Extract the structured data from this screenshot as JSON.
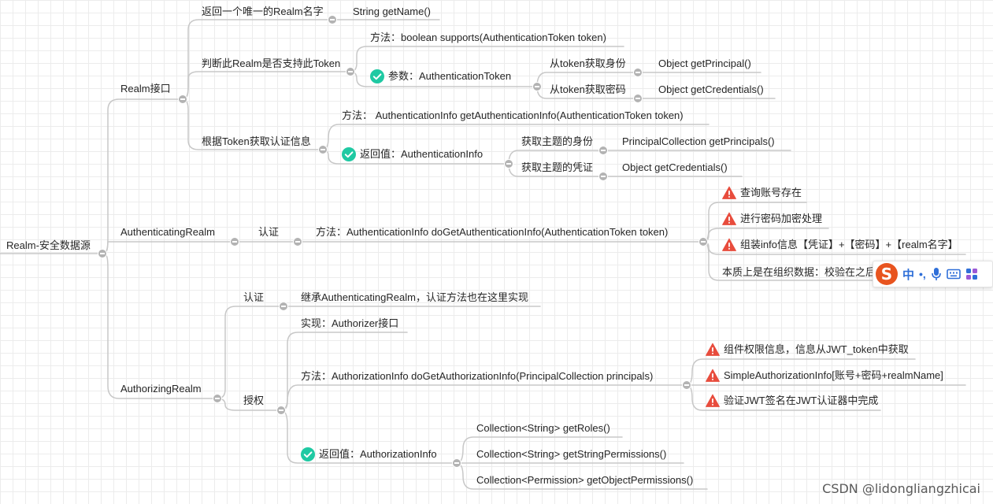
{
  "mindmap": {
    "root": "Realm-安全数据源",
    "nodes": {
      "realm_interface": "Realm接口",
      "get_name": "返回一个唯一的Realm名字",
      "get_name_method": "String getName()",
      "supports": "判断此Realm是否支持此Token",
      "supports_method": "方法：boolean supports(AuthenticationToken token)",
      "supports_param": "参数：AuthenticationToken",
      "token_identity": "从token获取身份",
      "get_principal": "Object getPrincipal()",
      "token_password": "从token获取密码",
      "get_credentials_token": "Object getCredentials()",
      "get_auth_info": "根据Token获取认证信息",
      "get_auth_info_method": "方法： AuthenticationInfo getAuthenticationInfo(AuthenticationToken token)",
      "get_auth_info_return": "返回值：AuthenticationInfo",
      "subject_identity": "获取主题的身份",
      "get_principals": "PrincipalCollection getPrincipals()",
      "subject_credential": "获取主题的凭证",
      "get_credentials_subject": "Object getCredentials()",
      "authenticating_realm": "AuthenticatingRealm",
      "authn_1": "认证",
      "do_get_auth_method": "方法：AuthenticationInfo doGetAuthenticationInfo(AuthenticationToken token)",
      "query_account": "查询账号存在",
      "encrypt_password": "进行密码加密处理",
      "assemble_info": "组装info信息【凭证】+【密码】+【realm名字】",
      "essence": "本质上是在组织数据：校验在之后",
      "authorizing_realm": "AuthorizingRealm",
      "authn_2": "认证",
      "inherit_note": "继承AuthenticatingRealm，认证方法也在这里实现",
      "authz": "授权",
      "implements_authorizer": "实现：Authorizer接口",
      "do_get_authz_method": "方法：AuthorizationInfo doGetAuthorizationInfo(PrincipalCollection principals)",
      "perm_info_jwt": "组件权限信息，信息从JWT_token中获取",
      "simple_authz_info": "SimpleAuthorizationInfo[账号+密码+realmName]",
      "verify_jwt": "验证JWT签名在JWT认证器中完成",
      "authz_return": "返回值：AuthorizationInfo",
      "get_roles": "Collection<String> getRoles()",
      "get_string_permissions": "Collection<String> getStringPermissions()",
      "get_object_permissions": "Collection<Permission> getObjectPermissions()"
    }
  },
  "ime_toolbar": {
    "logo": "S",
    "mode_label": "中",
    "punct_label": "•,"
  },
  "watermark": "CSDN @lidongliangzhicai",
  "colors": {
    "line": "#c8c8c8",
    "fold": "#b3b3b3",
    "check": "#1fc9a3",
    "warning": "#e84c3d",
    "ime_brand": "#e8541f",
    "ime_icon": "#2f6fd8"
  }
}
